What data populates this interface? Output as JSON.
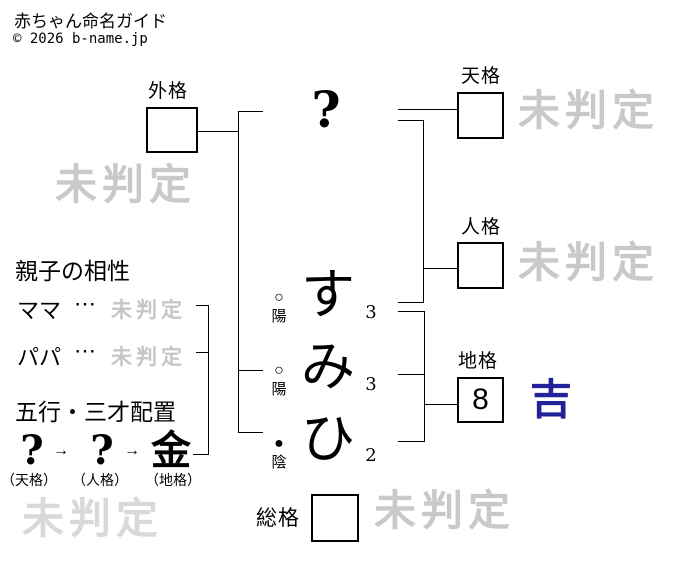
{
  "header": {
    "title": "赤ちゃん命名ガイド",
    "copyright": "© 2026 b-name.jp"
  },
  "surname": {
    "placeholder_char": "?"
  },
  "name": {
    "chars": [
      {
        "char": "す",
        "strokes": "3",
        "polarity_symbol": "○",
        "polarity_label": "陽"
      },
      {
        "char": "み",
        "strokes": "3",
        "polarity_symbol": "○",
        "polarity_label": "陽"
      },
      {
        "char": "ひ",
        "strokes": "2",
        "polarity_symbol": "●",
        "polarity_label": "陰"
      }
    ]
  },
  "kaku": {
    "gaikaku": {
      "label": "外格",
      "value": "",
      "result": "未判定"
    },
    "tenkaku": {
      "label": "天格",
      "value": "",
      "result": "未判定"
    },
    "jinkaku": {
      "label": "人格",
      "value": "",
      "result": "未判定"
    },
    "chikaku": {
      "label": "地格",
      "value": "8",
      "result": "吉"
    },
    "soukaku": {
      "label": "総格",
      "value": "",
      "result": "未判定"
    }
  },
  "compatibility": {
    "heading": "親子の相性",
    "rows": [
      {
        "label": "ママ",
        "separator": "⋯",
        "result": "未判定"
      },
      {
        "label": "パパ",
        "separator": "⋯",
        "result": "未判定"
      }
    ]
  },
  "gogyo": {
    "heading": "五行・三才配置",
    "arrow": "→",
    "items": [
      {
        "element": "?",
        "label": "（天格）"
      },
      {
        "element": "?",
        "label": "（人格）"
      },
      {
        "element": "金",
        "label": "（地格）"
      }
    ]
  },
  "watermarks": {
    "left": "未判定",
    "bottom_left": "未判定"
  },
  "colors": {
    "lucky_blue": "#22229a",
    "watermark_gray": "#c9c9c9",
    "watermark_gray_light": "#d9d9d9",
    "line_black": "#000000"
  }
}
